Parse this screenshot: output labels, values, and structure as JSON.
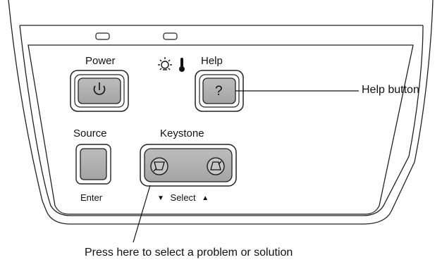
{
  "panel": {
    "power_label": "Power",
    "help_label": "Help",
    "source_label": "Source",
    "keystone_label": "Keystone",
    "enter_label": "Enter",
    "select_label": "Select",
    "help_key_glyph": "?",
    "select_down_arrow": "▼",
    "select_up_arrow": "▲",
    "icons": [
      "power-icon",
      "lamp-indicator-icon",
      "temperature-indicator-icon",
      "keystone-left-icon",
      "keystone-right-icon"
    ]
  },
  "callouts": {
    "help_button": "Help button",
    "select_hint": "Press here to select a problem or solution"
  }
}
